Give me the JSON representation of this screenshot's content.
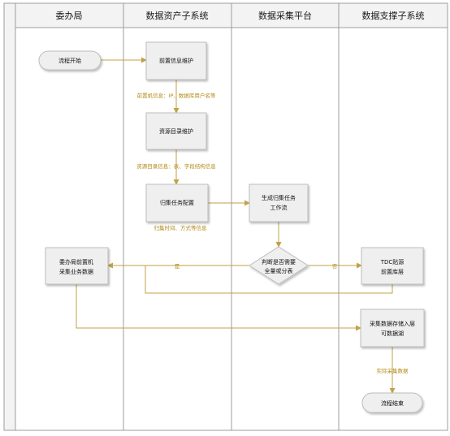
{
  "lanes": [
    "委办局",
    "数据资产子系统",
    "数据采集平台",
    "数据支撑子系统"
  ],
  "nodes": {
    "start": "流程开始",
    "prep_maintain": "前置信息维护",
    "catalog_maintain": "资源目录维护",
    "task_config": "归集任务配置",
    "gen_task": [
      "生成归集任务",
      "工作流"
    ],
    "decision": [
      "判断是否需要",
      "全量或分表"
    ],
    "office_prep": [
      "委办局前置机",
      "采集业务数据"
    ],
    "tdc_db": [
      "TDC贴源",
      "前置库层"
    ],
    "store": [
      "采集数据存储入层",
      "可数据湖"
    ],
    "end": "流程结束"
  },
  "edge_labels": {
    "prep_info": "前置机信息：IP、数据库用户名等",
    "catalog_info": "资源目录信息：表、字段结构信息",
    "schedule_info": "归集时间、方式等信息",
    "yes": "是",
    "no": "否",
    "actual_data": "实际采集数据"
  },
  "colors": {
    "arrow": "#c2a246",
    "node_fill": "#efefef",
    "node_stroke": "#bdbdbd",
    "lane_line": "#9e9e9e",
    "header_fill": "#f3f3f3",
    "label": "#b38a16"
  }
}
